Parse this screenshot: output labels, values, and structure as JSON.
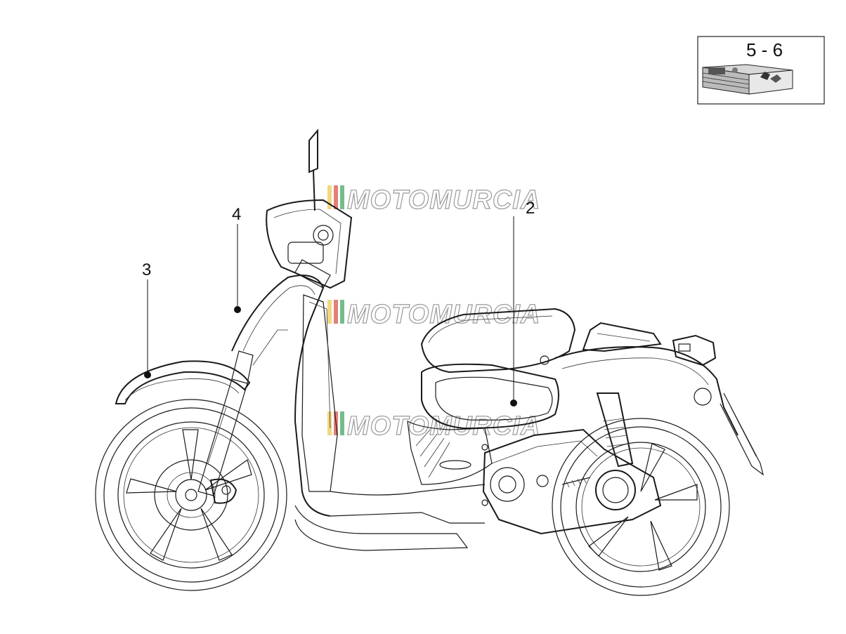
{
  "reference_box": {
    "label": "5 - 6"
  },
  "callouts": [
    {
      "id": "callout-2",
      "number": "2"
    },
    {
      "id": "callout-3",
      "number": "3"
    },
    {
      "id": "callout-4",
      "number": "4"
    }
  ],
  "watermark": {
    "text": "MOTOMURCIA"
  },
  "colors": {
    "line": "#1a1a1a",
    "watermark_stripe_1": "#e8c84a",
    "watermark_stripe_2": "#d84a3a",
    "watermark_stripe_3": "#3aa05a"
  }
}
